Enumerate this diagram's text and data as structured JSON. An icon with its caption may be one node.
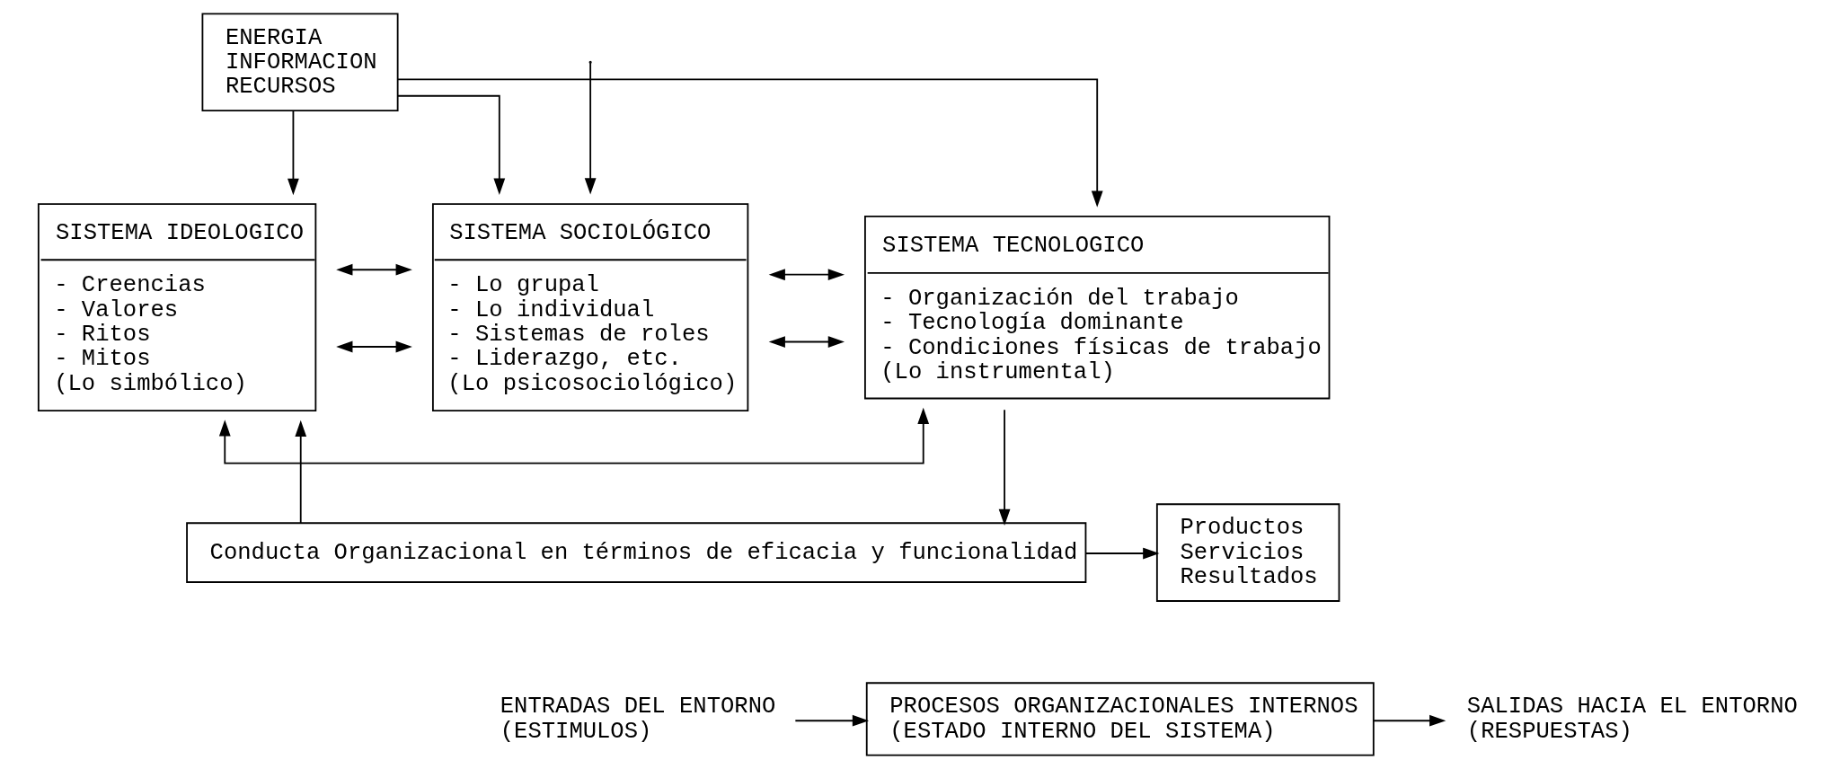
{
  "diagram": {
    "nodes": [
      {
        "text": [
          "ENERGIA",
          "INFORMACION",
          "RECURSOS"
        ]
      },
      {
        "text": [
          "SISTEMA IDEOLOGICO",
          "- Creencias",
          "- Valores",
          "- Ritos",
          "- Mitos",
          "(Lo simbólico)"
        ]
      },
      {
        "text": [
          "SISTEMA SOCIOLÓGICO",
          "- Lo grupal",
          "- Lo individual",
          "- Sistemas de roles",
          "- Liderazgo, etc.",
          "(Lo psicosociológico)"
        ]
      },
      {
        "text": [
          "SISTEMA TECNOLOGICO",
          "- Organización del trabajo",
          "- Tecnología dominante",
          "- Condiciones físicas de trabajo",
          "(Lo instrumental)"
        ]
      },
      {
        "text": [
          "Conducta Organizacional en términos de eficacia y funcionalidad"
        ]
      },
      {
        "text": [
          "Productos",
          "Servicios",
          "Resultados"
        ]
      },
      {
        "text": [
          "ENTRADAS DEL ENTORNO",
          "(ESTIMULOS)"
        ]
      },
      {
        "text": [
          "PROCESOS ORGANIZACIONALES INTERNOS",
          "(ESTADO INTERNO DEL SISTEMA)"
        ]
      },
      {
        "text": [
          "SALIDAS HACIA EL ENTORNO",
          "(RESPUESTAS)"
        ]
      }
    ],
    "edges": [
      {
        "from": 0,
        "to": 1,
        "arrow": "to"
      },
      {
        "from": 0,
        "to": 2,
        "arrow": "to"
      },
      {
        "from": 0,
        "to": 3,
        "arrow": "to"
      },
      {
        "from": 1,
        "to": 2,
        "arrow": "both"
      },
      {
        "from": 2,
        "to": 3,
        "arrow": "both"
      },
      {
        "from": 1,
        "to": 2,
        "arrow": "both"
      },
      {
        "from": 2,
        "to": 3,
        "arrow": "both"
      },
      {
        "from": 1,
        "to": 3,
        "arrow": "both"
      },
      {
        "from": null,
        "to": 2,
        "arrow": "to"
      },
      {
        "from": 3,
        "to": 4,
        "arrow": "to"
      },
      {
        "from": 4,
        "to": 1,
        "arrow": "to"
      },
      {
        "from": 4,
        "to": 5,
        "arrow": "to"
      },
      {
        "from": 6,
        "to": 7,
        "arrow": "to"
      },
      {
        "from": 7,
        "to": 8,
        "arrow": "to"
      }
    ]
  }
}
